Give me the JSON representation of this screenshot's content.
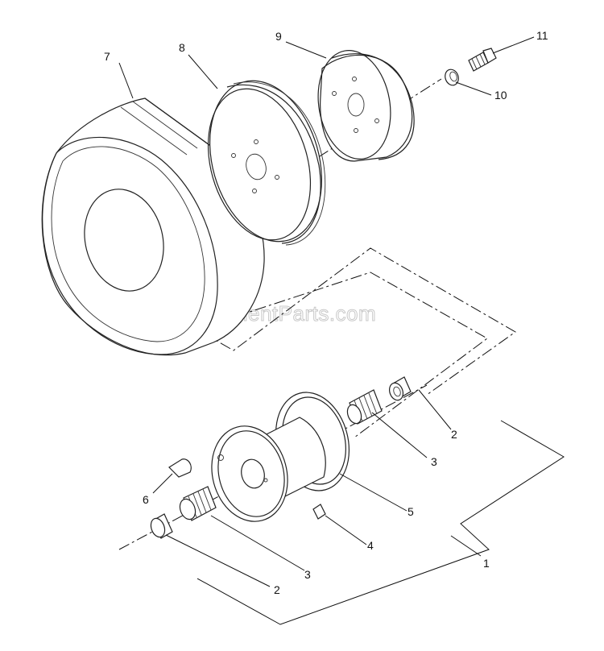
{
  "watermark": "eReplacementParts.com",
  "callouts": [
    {
      "id": "c1",
      "text": "1"
    },
    {
      "id": "c2a",
      "text": "2"
    },
    {
      "id": "c2b",
      "text": "2"
    },
    {
      "id": "c3a",
      "text": "3"
    },
    {
      "id": "c3b",
      "text": "3"
    },
    {
      "id": "c4",
      "text": "4"
    },
    {
      "id": "c5",
      "text": "5"
    },
    {
      "id": "c6",
      "text": "6"
    },
    {
      "id": "c7",
      "text": "7"
    },
    {
      "id": "c8",
      "text": "8"
    },
    {
      "id": "c9",
      "text": "9"
    },
    {
      "id": "c10",
      "text": "10"
    },
    {
      "id": "c11",
      "text": "11"
    }
  ]
}
